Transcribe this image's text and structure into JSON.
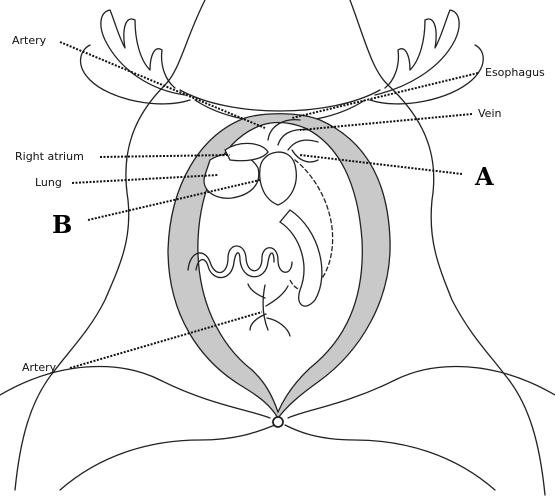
{
  "labels": {
    "artery_top": "Artery",
    "esophagus": "Esophagus",
    "vein": "Vein",
    "right_atrium": "Right atrium",
    "lung": "Lung",
    "letter_a": "A",
    "letter_b": "B",
    "artery_bottom": "Artery"
  }
}
